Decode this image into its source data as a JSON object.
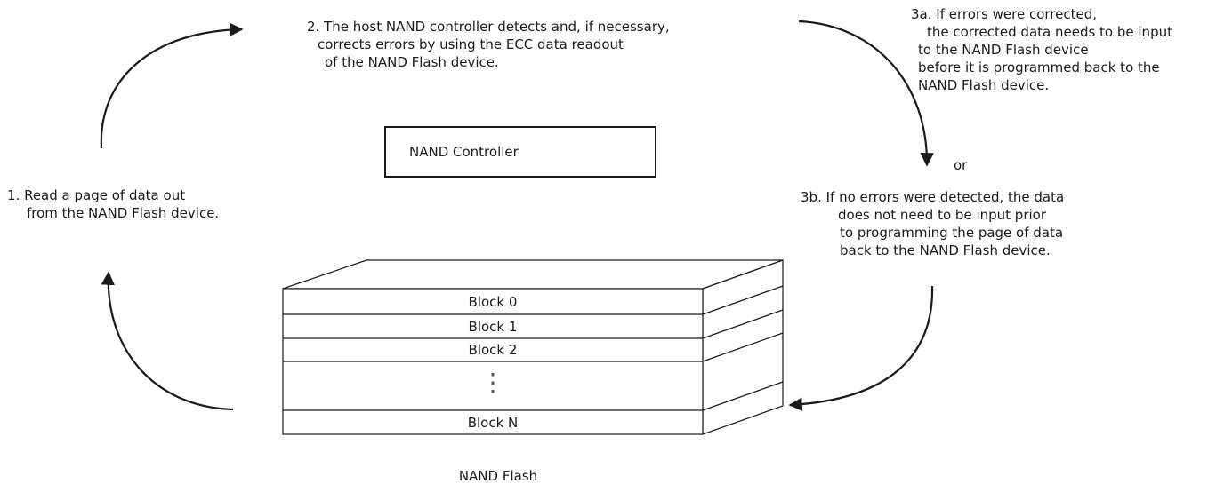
{
  "step1": [
    "1. Read a page of data out",
    "from the NAND Flash device."
  ],
  "step2": [
    "2. The host NAND controller detects and, if necessary,",
    "corrects errors by using the ECC data readout",
    "of the NAND Flash device."
  ],
  "step3a": [
    "3a. If errors were corrected,",
    "the corrected data needs to be input",
    "to the NAND Flash device",
    "before it is programmed back to the",
    "NAND Flash device."
  ],
  "or_label": "or",
  "step3b": [
    "3b. If no errors were detected, the data",
    "does not need to be input prior",
    "to programming the page of data",
    "back to the NAND Flash device."
  ],
  "controller": {
    "label": "NAND Controller"
  },
  "flash": {
    "label": "NAND Flash",
    "blocks": [
      "Block 0",
      "Block 1",
      "Block 2",
      "Block N"
    ],
    "ellipsis": "⋮"
  }
}
